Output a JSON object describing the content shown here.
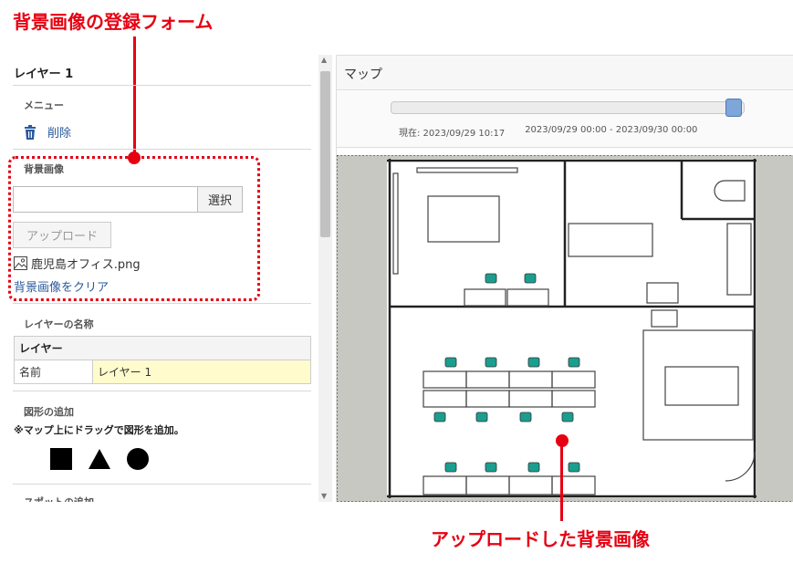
{
  "annotations": {
    "form_callout": "背景画像の登録フォーム",
    "image_callout": "アップロードした背景画像",
    "accent_color": "#e60012"
  },
  "sidebar": {
    "layer_title": "レイヤー 1",
    "menu_label": "メニュー",
    "delete_label": "削除",
    "bg_image_label": "背景画像",
    "bg_input_value": "",
    "select_button": "選択",
    "upload_button": "アップロード",
    "file_name": "鹿児島オフィス.png",
    "clear_link": "背景画像をクリア",
    "layer_name_label": "レイヤーの名称",
    "table_header": "レイヤー",
    "name_key": "名前",
    "name_value": "レイヤー 1",
    "shape_add_label": "図形の追加",
    "shape_note": "※マップ上にドラッグで図形を追加。",
    "shapes": [
      "square-icon",
      "triangle-icon",
      "circle-icon"
    ],
    "spot_add_label": "スポットの追加"
  },
  "map": {
    "title": "マップ",
    "time_current": "現在: 2023/09/29 10:17",
    "time_range": "2023/09/29 00:00 - 2023/09/30 00:00",
    "slider_position": 0.97,
    "link_color": "#2a5a9c",
    "chair_color": "#1a9e8f"
  }
}
